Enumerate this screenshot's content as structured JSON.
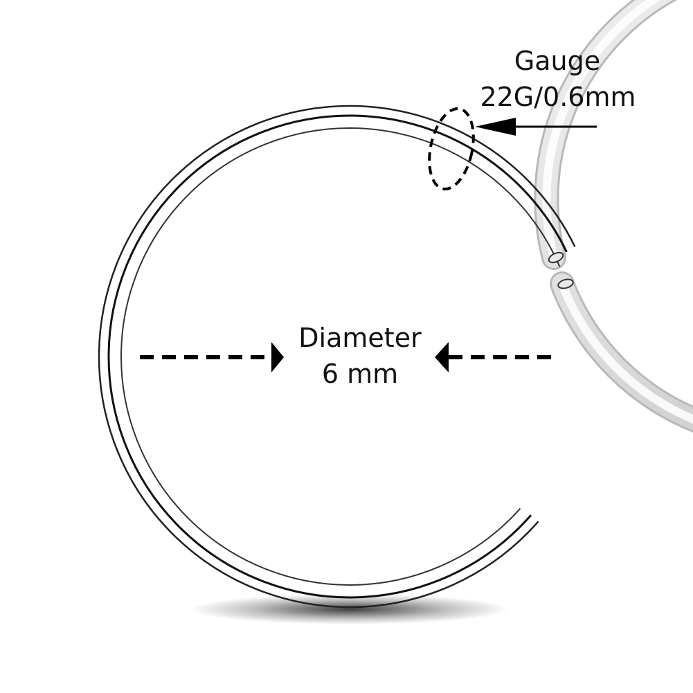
{
  "product": {
    "type": "open hoop nose ring",
    "material_color": "#c8c8c8"
  },
  "annotations": {
    "gauge": {
      "title": "Gauge",
      "value": "22G/0.6mm"
    },
    "diameter": {
      "title": "Diameter",
      "value": "6 mm"
    }
  },
  "colors": {
    "background": "#ffffff",
    "text": "#111111",
    "annotation_lines": "#000000"
  }
}
